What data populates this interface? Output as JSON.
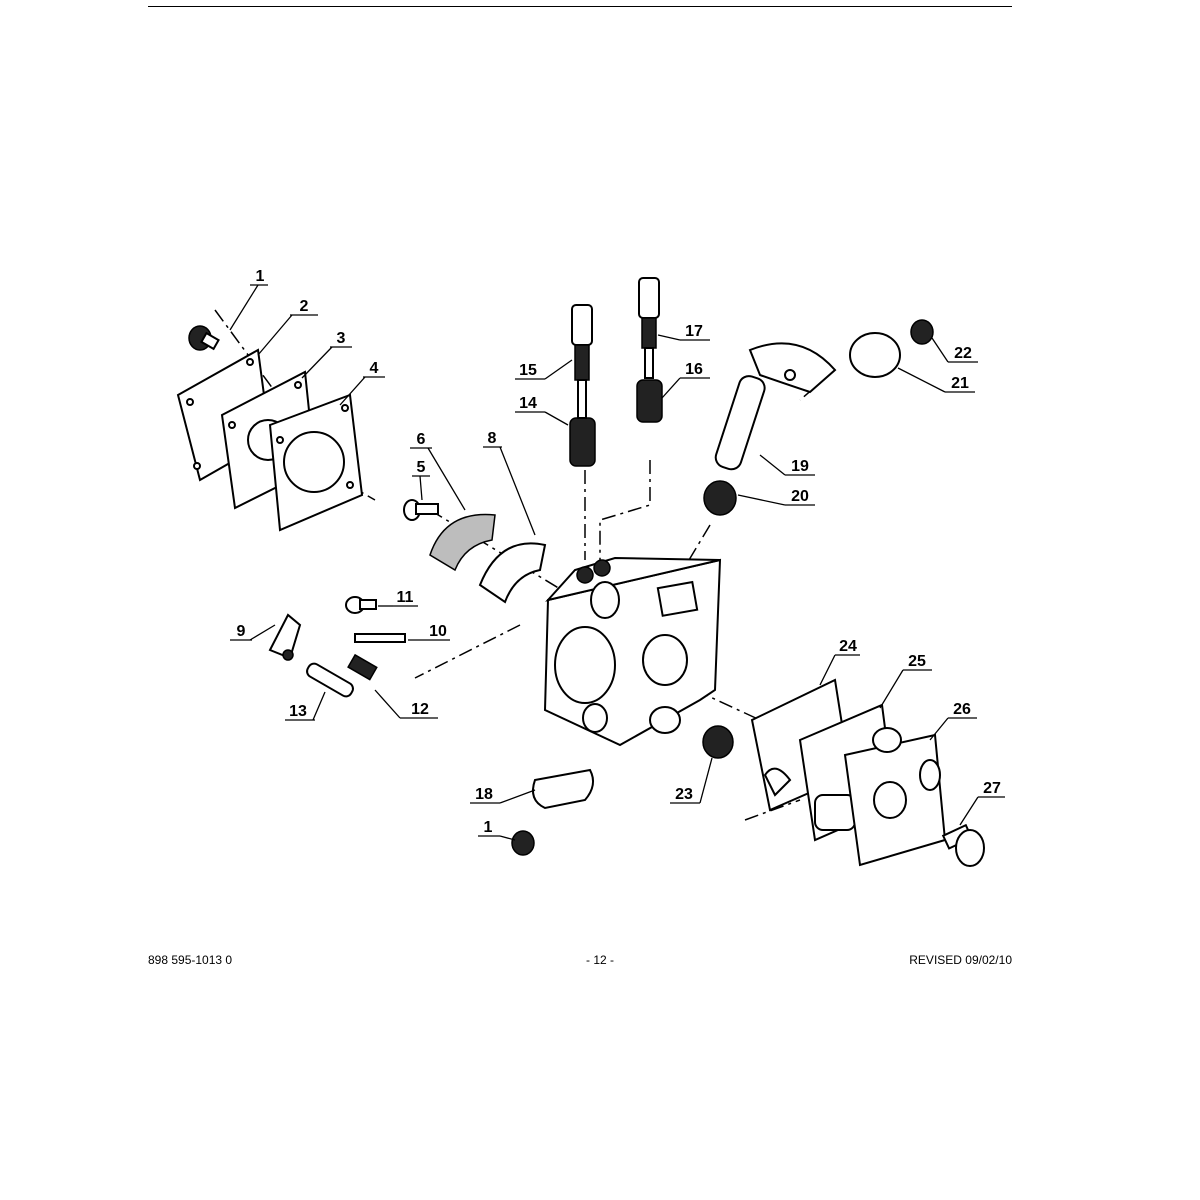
{
  "callouts": [
    "1",
    "2",
    "3",
    "4",
    "5",
    "6",
    "8",
    "9",
    "10",
    "11",
    "12",
    "13",
    "14",
    "15",
    "16",
    "17",
    "18",
    "19",
    "20",
    "21",
    "22",
    "23",
    "24",
    "25",
    "26",
    "27",
    "1"
  ],
  "footer": {
    "left": "898 595-1013 0",
    "center": "- 12 -",
    "right": "REVISED 09/02/10"
  }
}
